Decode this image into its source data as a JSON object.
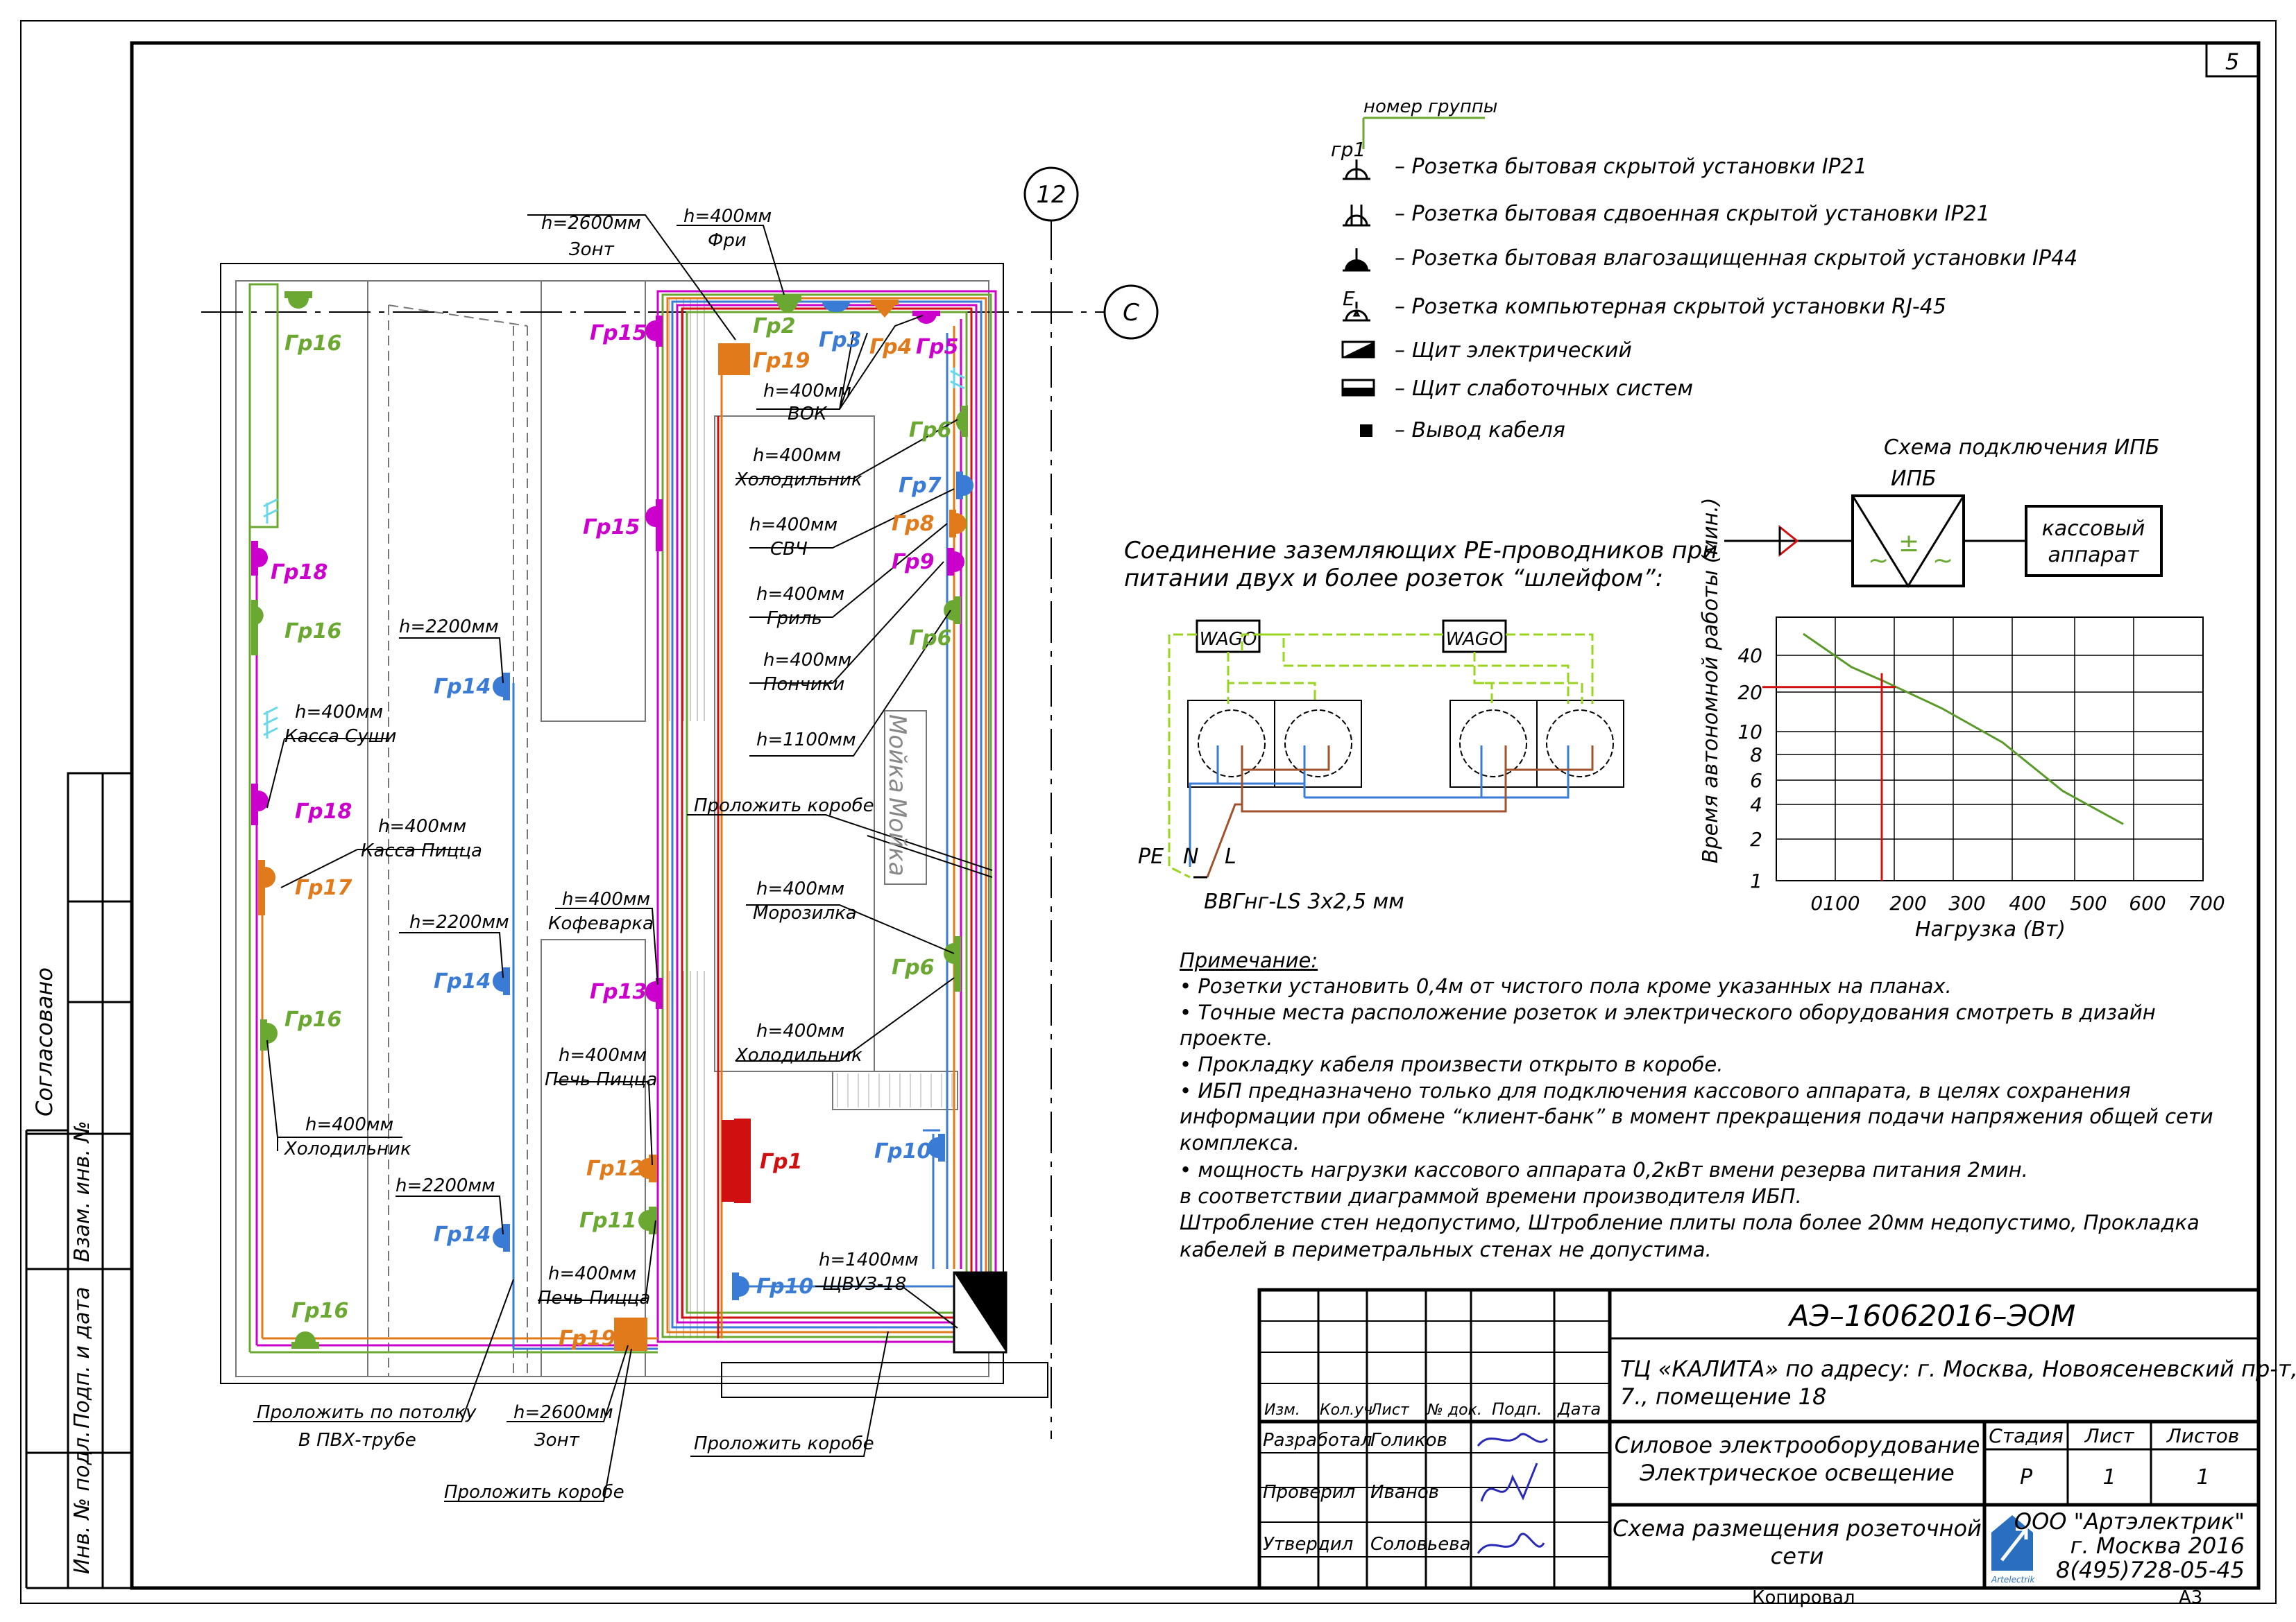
{
  "sheet": {
    "number": "5",
    "copied_label": "Копировал",
    "format_label": "А3"
  },
  "left_strip": {
    "agreed": "Согласовано",
    "replace_inv": "Взам. инв. №",
    "sign_date": "Подп. и дата",
    "orig_inv": "Инв. № подл."
  },
  "axes": {
    "axis_12": "12",
    "axis_c": "С"
  },
  "legend": {
    "group_number_label": "номер группы",
    "group_tag": "гр1",
    "items": [
      {
        "icon": "socket-concealed-ip21-icon",
        "text": "– Розетка бытовая скрытой установки IP21"
      },
      {
        "icon": "socket-double-ip21-icon",
        "text": "– Розетка бытовая сдвоенная скрытой установки IP21"
      },
      {
        "icon": "socket-waterproof-ip44-icon",
        "text": "– Розетка бытовая влагозащищенная скрытой установки IP44"
      },
      {
        "icon": "socket-computer-rj45-icon",
        "text": "– Розетка компьютерная  скрытой установки RJ-45"
      },
      {
        "icon": "electric-panel-icon",
        "text": "– Щит электрический"
      },
      {
        "icon": "low-current-panel-icon",
        "text": "– Щит слаботочных систем"
      },
      {
        "icon": "cable-outlet-icon",
        "text": "– Вывод кабеля"
      }
    ],
    "computer_socket_letter": "E"
  },
  "ups_scheme": {
    "title": "Схема подключения ИПБ",
    "ups_label": "ИПБ",
    "device": [
      "кассовый",
      "аппарат"
    ],
    "symbols": {
      "ac1": "~",
      "pm": "±",
      "ac2": "~"
    }
  },
  "pe_scheme": {
    "title_line1": "Соединение заземляющих PE-проводников при",
    "title_line2": "питании двух и более розеток “шлейфом”:",
    "wago1": "WAGO",
    "wago2": "WAGO",
    "pe": "PE",
    "n": "N",
    "l": "L",
    "cable": "ВВГнг-LS 3х2,5 мм"
  },
  "notes": {
    "title": "Примечание:",
    "lines": [
      "• Розетки установить 0,4м от чистого пола кроме указанных на планах.",
      "• Точные места расположение розеток и электрического оборудования смотреть в дизайн",
      "   проекте.",
      "• Прокладку кабеля произвести открыто в коробе.",
      "• ИБП предназначено только для подключения кассового аппарата, в целях сохранения",
      "   информации при обмене “клиент-банк” в момент прекращения подачи напряжения общей сети",
      "   комплекса.",
      "• мощность нагрузки кассового аппарата 0,2кВт вмени резерва питания 2мин.",
      "в соответствии диаграммой времени производителя ИБП.",
      "Штробление стен недопустимо, Штробление плиты пола более 20мм недопустимо, Прокладка",
      "кабелей в периметральных стенах не допустима."
    ]
  },
  "plan_labels": [
    {
      "id": "zont-top",
      "lines": [
        "h=2600мм",
        "Зонт"
      ]
    },
    {
      "id": "fri",
      "lines": [
        "h=400мм",
        "Фри"
      ]
    },
    {
      "id": "vok",
      "lines": [
        "h=400мм",
        "ВОК"
      ]
    },
    {
      "id": "holod1",
      "lines": [
        "h=400мм",
        "Холодильник"
      ]
    },
    {
      "id": "svch",
      "lines": [
        "h=400мм",
        "СВЧ"
      ]
    },
    {
      "id": "gril",
      "lines": [
        "h=400мм",
        "Гриль"
      ]
    },
    {
      "id": "ponchiki",
      "lines": [
        "h=400мм",
        "Пончики"
      ]
    },
    {
      "id": "h1100",
      "lines": [
        "h=1100мм"
      ]
    },
    {
      "id": "korob1",
      "lines": [
        "Проложить коробе"
      ]
    },
    {
      "id": "moroz",
      "lines": [
        "h=400мм",
        "Морозилка"
      ]
    },
    {
      "id": "holod2",
      "lines": [
        "h=400мм",
        "Холодильник"
      ]
    },
    {
      "id": "shvuz",
      "lines": [
        "h=1400мм",
        "ЩВУЗ-18"
      ]
    },
    {
      "id": "h2200a",
      "lines": [
        "h=2200мм"
      ]
    },
    {
      "id": "kassa-sushi",
      "lines": [
        "h=400мм",
        "Касса Суши"
      ]
    },
    {
      "id": "kassa-pizza",
      "lines": [
        "h=400мм",
        "Касса Пицца"
      ]
    },
    {
      "id": "h2200b",
      "lines": [
        "h=2200мм"
      ]
    },
    {
      "id": "kofevarka",
      "lines": [
        "h=400мм",
        "Кофеварка"
      ]
    },
    {
      "id": "pech1",
      "lines": [
        "h=400мм",
        "Печь Пицца"
      ]
    },
    {
      "id": "holod3",
      "lines": [
        "h=400мм",
        "Холодильник"
      ]
    },
    {
      "id": "h2200c",
      "lines": [
        "h=2200мм"
      ]
    },
    {
      "id": "pech2",
      "lines": [
        "h=400мм",
        "Печь Пицца"
      ]
    },
    {
      "id": "zont-bottom",
      "lines": [
        "h=2600мм",
        "Зонт"
      ]
    },
    {
      "id": "potolok",
      "lines": [
        "Проложить по потолку",
        "В ПВХ-трубе"
      ]
    },
    {
      "id": "korob2",
      "lines": [
        "Проложить коробе"
      ]
    },
    {
      "id": "korob3",
      "lines": [
        "Проложить коробе"
      ]
    },
    {
      "id": "moika",
      "lines": [
        "Мойка",
        "Мойка"
      ]
    }
  ],
  "groups": [
    {
      "id": "g16a",
      "label": "Гр16",
      "color": "#6aa832"
    },
    {
      "id": "g15a",
      "label": "Гр15",
      "color": "#cc00cc"
    },
    {
      "id": "g19a",
      "label": "Гр19",
      "color": "#e07a1a"
    },
    {
      "id": "g2",
      "label": "Гр2",
      "color": "#6aa832"
    },
    {
      "id": "g3",
      "label": "Гр3",
      "color": "#3a7bd5"
    },
    {
      "id": "g4",
      "label": "Гр4",
      "color": "#e07a1a"
    },
    {
      "id": "g5",
      "label": "Гр5",
      "color": "#cc00cc"
    },
    {
      "id": "g6a",
      "label": "Гр6",
      "color": "#6aa832"
    },
    {
      "id": "g7",
      "label": "Гр7",
      "color": "#3a7bd5"
    },
    {
      "id": "g8",
      "label": "Гр8",
      "color": "#e07a1a"
    },
    {
      "id": "g9",
      "label": "Гр9",
      "color": "#cc00cc"
    },
    {
      "id": "g6b",
      "label": "Гр6",
      "color": "#6aa832"
    },
    {
      "id": "g15b",
      "label": "Гр15",
      "color": "#cc00cc"
    },
    {
      "id": "g18a",
      "label": "Гр18",
      "color": "#cc00cc"
    },
    {
      "id": "g16b",
      "label": "Гр16",
      "color": "#6aa832"
    },
    {
      "id": "g14a",
      "label": "Гр14",
      "color": "#3a7bd5"
    },
    {
      "id": "g18b",
      "label": "Гр18",
      "color": "#cc00cc"
    },
    {
      "id": "g17",
      "label": "Гр17",
      "color": "#e07a1a"
    },
    {
      "id": "g14b",
      "label": "Гр14",
      "color": "#3a7bd5"
    },
    {
      "id": "g13",
      "label": "Гр13",
      "color": "#cc00cc"
    },
    {
      "id": "g6c",
      "label": "Гр6",
      "color": "#6aa832"
    },
    {
      "id": "g16c",
      "label": "Гр16",
      "color": "#6aa832"
    },
    {
      "id": "g1",
      "label": "Гр1",
      "color": "#d01010"
    },
    {
      "id": "g10a",
      "label": "Гр10",
      "color": "#3a7bd5"
    },
    {
      "id": "g12",
      "label": "Гр12",
      "color": "#e07a1a"
    },
    {
      "id": "g11",
      "label": "Гр11",
      "color": "#6aa832"
    },
    {
      "id": "g14c",
      "label": "Гр14",
      "color": "#3a7bd5"
    },
    {
      "id": "g10b",
      "label": "Гр10",
      "color": "#3a7bd5"
    },
    {
      "id": "g16d",
      "label": "Гр16",
      "color": "#6aa832"
    },
    {
      "id": "g19b",
      "label": "Гр19",
      "color": "#e07a1a"
    }
  ],
  "chart_data": {
    "type": "line",
    "xlabel": "Нагрузка (Вт)",
    "ylabel": "Время автономной работы (мин.)",
    "xlim": [
      0,
      700
    ],
    "x_ticks": [
      "0100",
      "200",
      "300",
      "400",
      "500",
      "600",
      "700"
    ],
    "y_ticks": [
      "1",
      "2",
      "4",
      "6",
      "8",
      "10",
      "20",
      "40"
    ],
    "series": [
      {
        "color": "#5a9a2a",
        "points": [
          [
            70,
            60
          ],
          [
            150,
            32
          ],
          [
            200,
            25
          ],
          [
            300,
            15
          ],
          [
            400,
            9
          ],
          [
            500,
            5
          ],
          [
            600,
            2.7
          ]
        ]
      }
    ],
    "marker": {
      "x": 200,
      "y": 22,
      "color": "#d01010"
    }
  },
  "title_block": {
    "doc_code": "АЭ–16062016–ЭОМ",
    "address": "ТЦ «КАЛИТА» по адресу: г. Москва, Новоясеневский пр-т,",
    "address2": "7., помещение 18",
    "hdr": [
      "Изм.",
      "Кол.уч",
      "Лист",
      "№ док.",
      "Подп.",
      "Дата"
    ],
    "roles": [
      {
        "role": "Разработал",
        "name": "Голиков"
      },
      {
        "role": "Проверил",
        "name": "Иванов"
      },
      {
        "role": "Утвердил",
        "name": "Соловьева"
      }
    ],
    "section_title1": "Силовое электрооборудование",
    "section_title2": "Электрическое освещение",
    "stage_label": "Стадия",
    "sheet_label": "Лист",
    "sheets_label": "Листов",
    "stage": "Р",
    "sheet": "1",
    "sheets": "1",
    "drawing_title1": "Схема размещения розеточной",
    "drawing_title2": "сети",
    "company1": "ООО \"Артэлектрик\"",
    "company2": "г. Москва 2016",
    "company3": "8(495)728-05-45",
    "logo_text": "Artelectrik"
  }
}
